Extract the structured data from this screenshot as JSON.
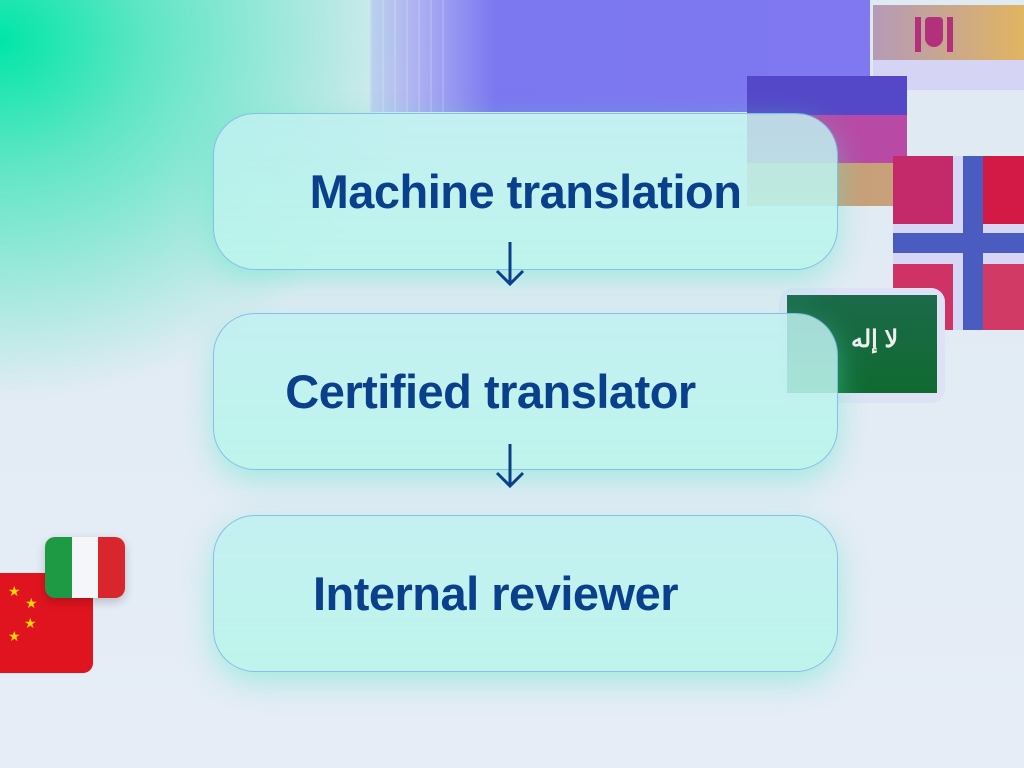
{
  "steps": [
    {
      "label": "Machine translation"
    },
    {
      "label": "Certified translator"
    },
    {
      "label": "Internal reviewer"
    }
  ],
  "flags": [
    "spain",
    "mongolia",
    "norway",
    "saudi-arabia",
    "italy",
    "china"
  ],
  "saudi_flag_text": "لا إله",
  "colors": {
    "text": "#0a3f8c",
    "purple": "#7b78f0",
    "green": "#00e6a8"
  }
}
